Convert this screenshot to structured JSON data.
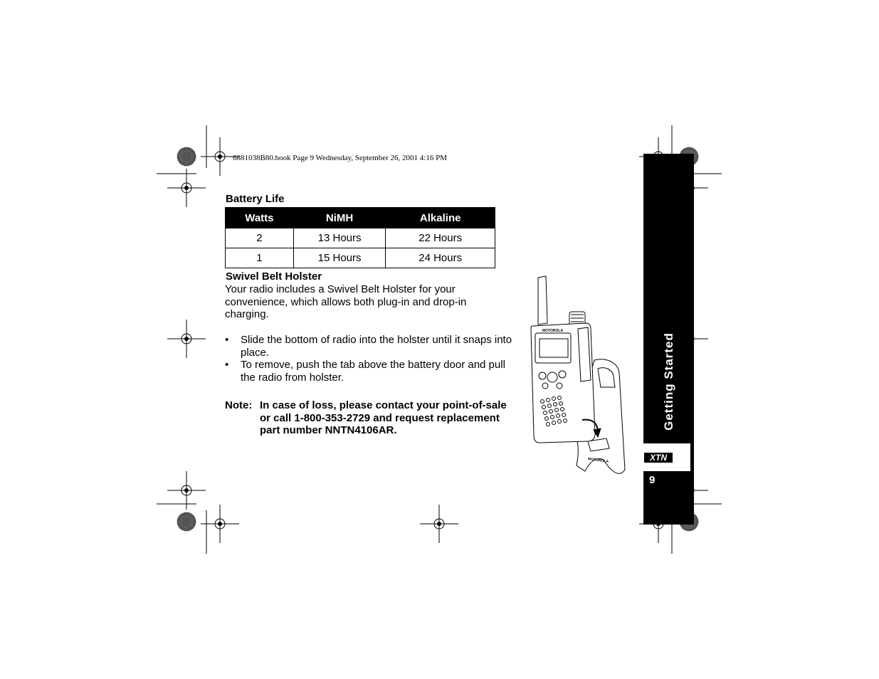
{
  "file_header": "6881038B80.book  Page 9  Wednesday, September 26, 2001  4:16 PM",
  "battery_life": {
    "heading": "Battery Life",
    "columns": [
      "Watts",
      "NiMH",
      "Alkaline"
    ],
    "rows": [
      [
        "2",
        "13 Hours",
        "22 Hours"
      ],
      [
        "1",
        "15 Hours",
        "24 Hours"
      ]
    ]
  },
  "holster": {
    "heading": "Swivel Belt Holster",
    "intro_lines": [
      "Your radio includes a Swivel Belt Holster for your",
      "convenience, which allows both plug-in and drop-in",
      "charging."
    ],
    "bullets": [
      "Slide the bottom of radio into the holster until it snaps into place.",
      "To remove, push the tab above the battery door and pull the radio from holster."
    ],
    "bullet_char": "•"
  },
  "note": {
    "label": "Note:",
    "text": "In case of loss, please contact your point-of-sale or call 1-800-353-2729 and request replacement part number NNTN4106AR."
  },
  "side_tab": {
    "title": "Getting Started",
    "logo": "XTN",
    "page_number": "9"
  },
  "illustration": {
    "radio_brand": "MOTOROLA",
    "holster_brand": "MOTOROLA"
  }
}
